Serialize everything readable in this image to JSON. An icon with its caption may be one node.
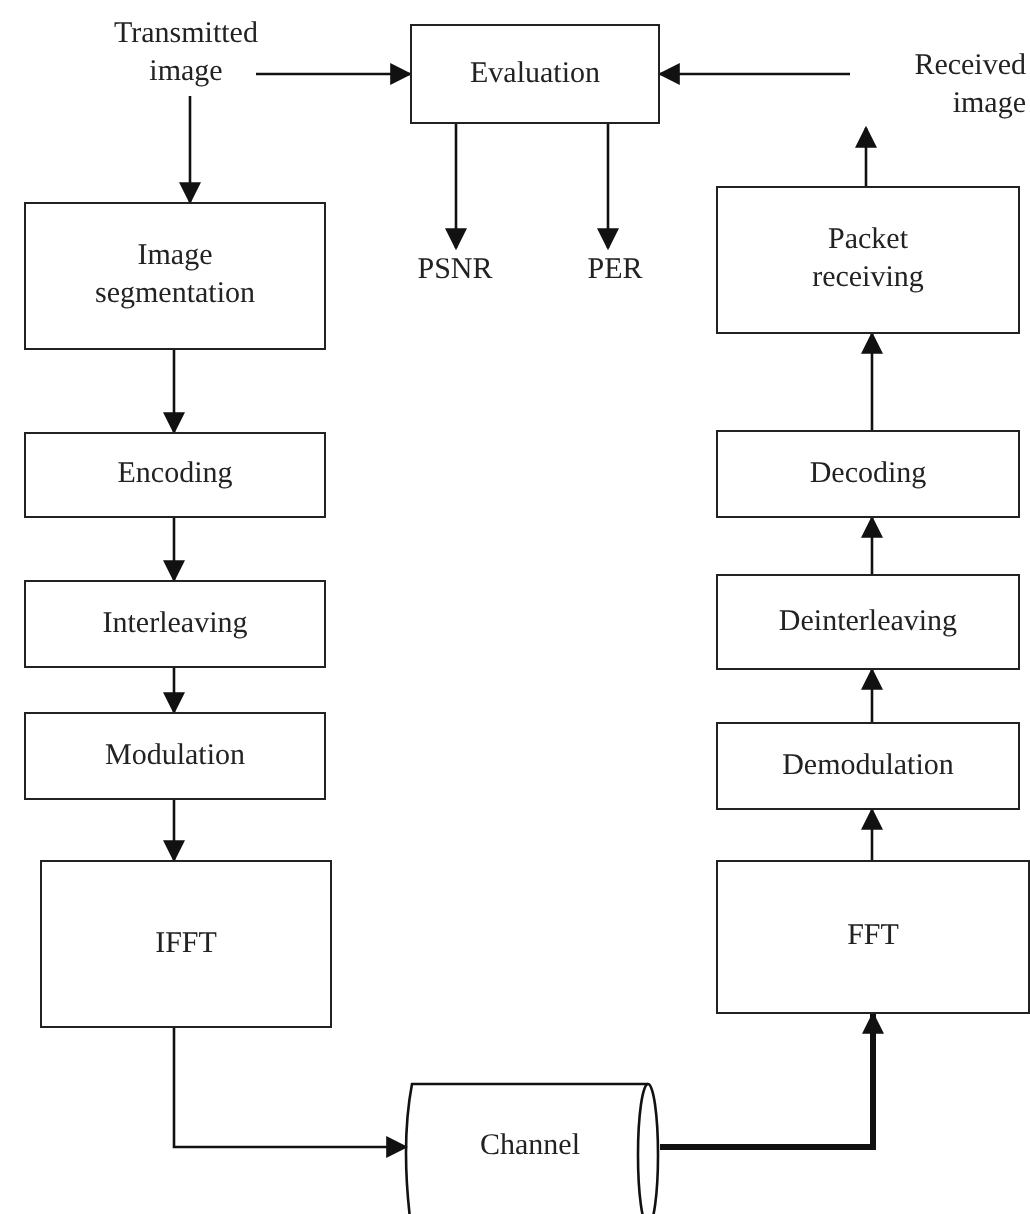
{
  "diagram": {
    "nodes": [
      {
        "text": [
          "Transmitted image"
        ]
      },
      {
        "text": [
          "Evaluation"
        ]
      },
      {
        "text": [
          "Received image"
        ]
      },
      {
        "text": [
          "PSNR"
        ]
      },
      {
        "text": [
          "PER"
        ]
      },
      {
        "text": [
          "Image segmentation"
        ]
      },
      {
        "text": [
          "Encoding"
        ]
      },
      {
        "text": [
          "Interleaving"
        ]
      },
      {
        "text": [
          "Modulation"
        ]
      },
      {
        "text": [
          "IFFT"
        ]
      },
      {
        "text": [
          "Channel"
        ]
      },
      {
        "text": [
          "Packet receiving"
        ]
      },
      {
        "text": [
          "Decoding"
        ]
      },
      {
        "text": [
          "Deinterleaving"
        ]
      },
      {
        "text": [
          "Demodulation"
        ]
      },
      {
        "text": [
          "FFT"
        ]
      }
    ],
    "edges": [
      {
        "from": 0,
        "to": 1,
        "arrow": "to"
      },
      {
        "from": 2,
        "to": 1,
        "arrow": "to"
      },
      {
        "from": 1,
        "to": 3,
        "arrow": "to"
      },
      {
        "from": 1,
        "to": 4,
        "arrow": "to"
      },
      {
        "from": 0,
        "to": 5,
        "arrow": "to"
      },
      {
        "from": 5,
        "to": 6,
        "arrow": "to"
      },
      {
        "from": 6,
        "to": 7,
        "arrow": "to"
      },
      {
        "from": 7,
        "to": 8,
        "arrow": "to"
      },
      {
        "from": 8,
        "to": 9,
        "arrow": "to"
      },
      {
        "from": 9,
        "to": 10,
        "arrow": "to"
      },
      {
        "from": 10,
        "to": 15,
        "arrow": "to",
        "style": "thick"
      },
      {
        "from": 15,
        "to": 14,
        "arrow": "to"
      },
      {
        "from": 14,
        "to": 13,
        "arrow": "to"
      },
      {
        "from": 13,
        "to": 12,
        "arrow": "to"
      },
      {
        "from": 12,
        "to": 11,
        "arrow": "to"
      },
      {
        "from": 11,
        "to": 2,
        "arrow": "to"
      }
    ]
  }
}
